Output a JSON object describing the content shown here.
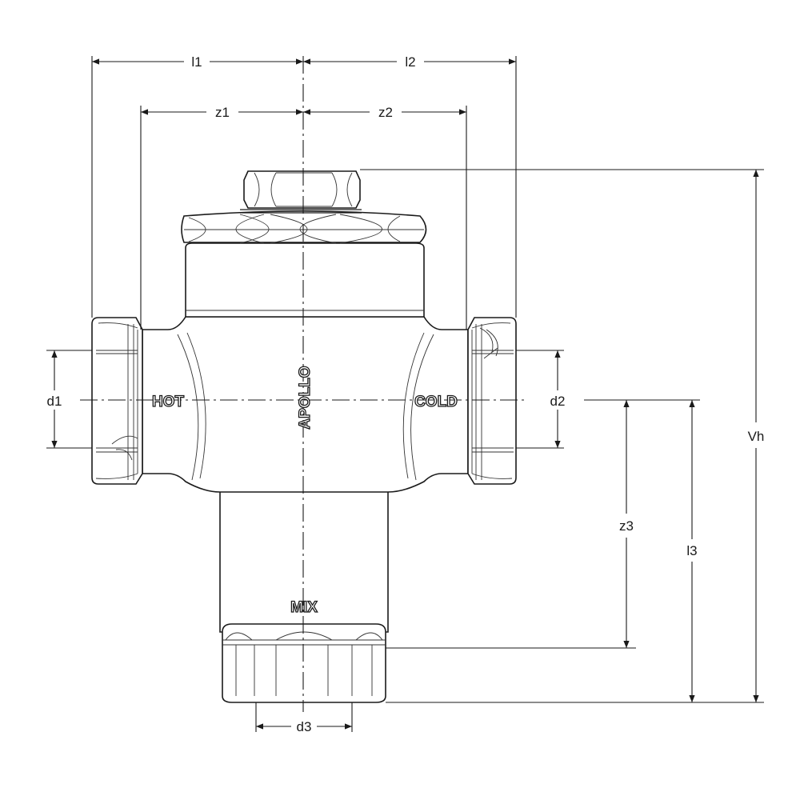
{
  "dimensions": {
    "l1": "l1",
    "l2": "l2",
    "z1": "z1",
    "z2": "z2",
    "z3": "z3",
    "l3": "l3",
    "vh": "Vh",
    "d1": "d1",
    "d2": "d2",
    "d3": "d3"
  },
  "markings": {
    "hot": "HOT",
    "cold": "COLD",
    "mix": "MIX",
    "brand": "APOLLO"
  }
}
